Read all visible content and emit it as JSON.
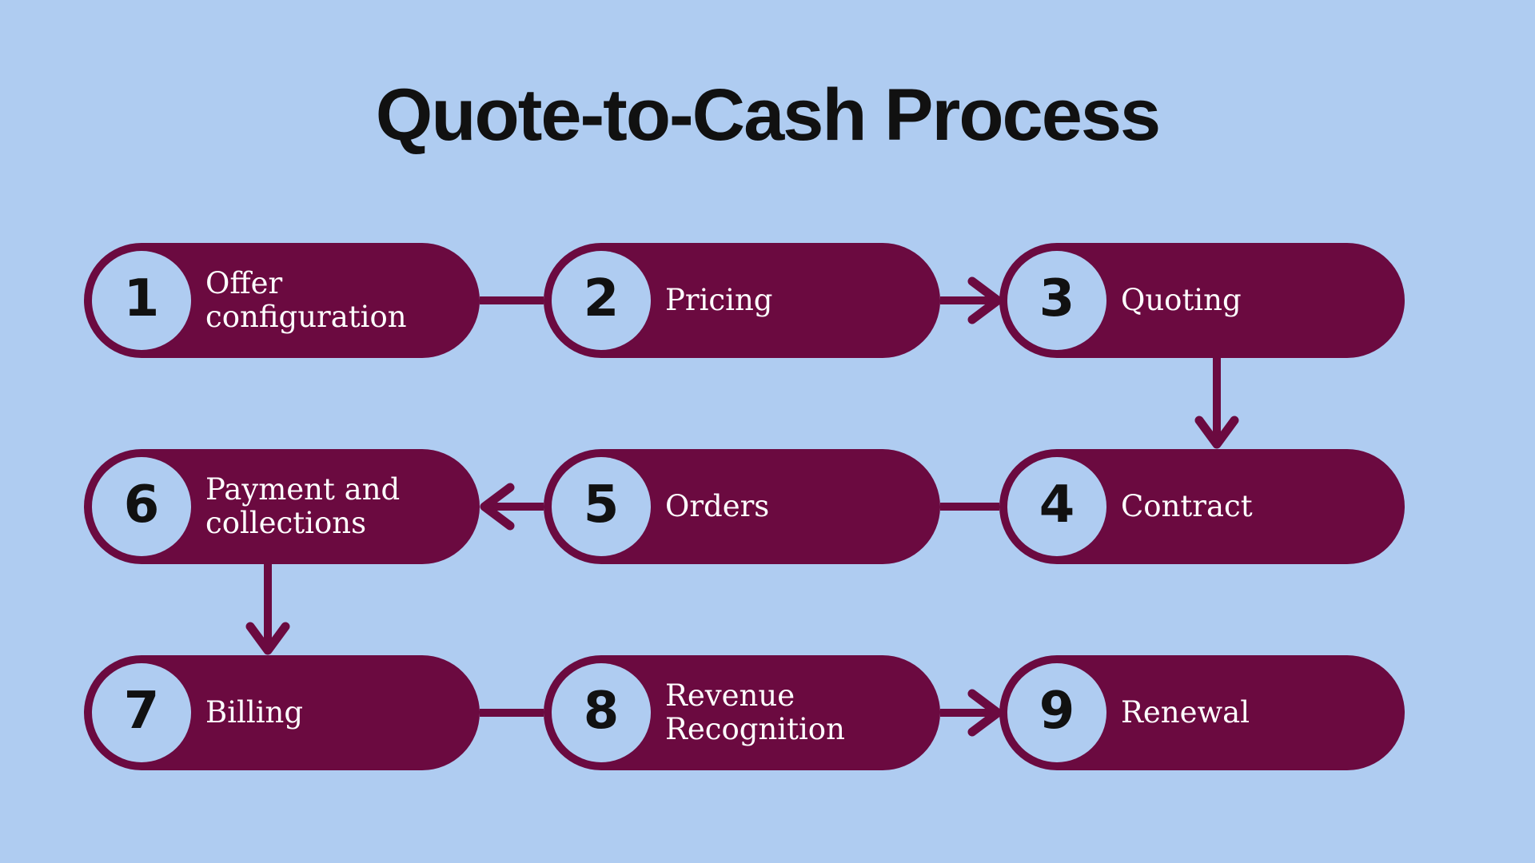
{
  "title": "Quote-to-Cash Process",
  "steps": [
    {
      "number": "1",
      "label": "Offer configuration"
    },
    {
      "number": "2",
      "label": "Pricing"
    },
    {
      "number": "3",
      "label": "Quoting"
    },
    {
      "number": "4",
      "label": "Contract"
    },
    {
      "number": "5",
      "label": "Orders"
    },
    {
      "number": "6",
      "label": "Payment and collections"
    },
    {
      "number": "7",
      "label": "Billing"
    },
    {
      "number": "8",
      "label": "Revenue Recognition"
    },
    {
      "number": "9",
      "label": "Renewal"
    }
  ],
  "flow": {
    "type": "snake-layout",
    "rows": [
      [
        "1",
        "2",
        "3"
      ],
      [
        "6",
        "5",
        "4"
      ],
      [
        "7",
        "8",
        "9"
      ]
    ],
    "connections": [
      {
        "from": "1",
        "to": "2",
        "direction": "right",
        "arrowhead": false
      },
      {
        "from": "2",
        "to": "3",
        "direction": "right",
        "arrowhead": true
      },
      {
        "from": "3",
        "to": "4",
        "direction": "down",
        "arrowhead": true
      },
      {
        "from": "4",
        "to": "5",
        "direction": "left",
        "arrowhead": false
      },
      {
        "from": "5",
        "to": "6",
        "direction": "left",
        "arrowhead": true
      },
      {
        "from": "6",
        "to": "7",
        "direction": "down",
        "arrowhead": true
      },
      {
        "from": "7",
        "to": "8",
        "direction": "right",
        "arrowhead": false
      },
      {
        "from": "8",
        "to": "9",
        "direction": "right",
        "arrowhead": true
      }
    ]
  },
  "colors": {
    "background": "#afccf1",
    "pill": "#6b0a40",
    "number_circle": "#afccf1",
    "number_text": "#111111",
    "label_text": "#ffffff",
    "title_text": "#111111",
    "connector": "#6b0a40"
  }
}
